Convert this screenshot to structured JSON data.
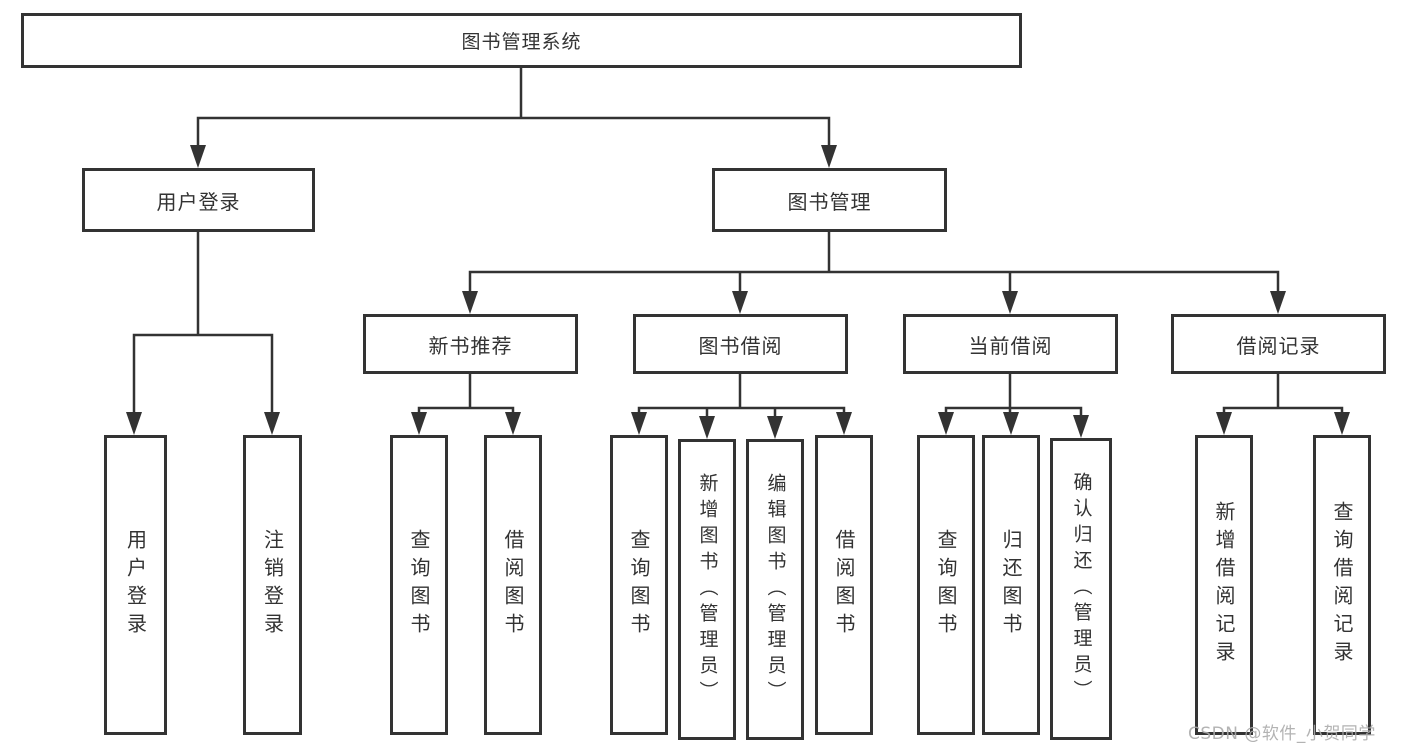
{
  "diagram": {
    "title": "图书管理系统",
    "type": "hierarchy-diagram",
    "nodes": {
      "root": {
        "label": "图书管理系统"
      },
      "user_login_branch": {
        "label": "用户登录"
      },
      "book_management": {
        "label": "图书管理"
      },
      "new_book_recommend": {
        "label": "新书推荐"
      },
      "book_borrowing": {
        "label": "图书借阅"
      },
      "current_borrowing": {
        "label": "当前借阅"
      },
      "borrowing_records": {
        "label": "借阅记录"
      },
      "user_login_leaf": {
        "label": "用户登录"
      },
      "logout_leaf": {
        "label": "注销登录"
      },
      "recommend_query_books": {
        "label": "查询图书"
      },
      "recommend_borrow_books": {
        "label": "借阅图书"
      },
      "borrowing_query_books": {
        "label": "查询图书"
      },
      "borrowing_add_books": {
        "label": "新增图书（管理员）"
      },
      "borrowing_edit_books": {
        "label": "编辑图书（管理员）"
      },
      "borrowing_borrow_books": {
        "label": "借阅图书"
      },
      "current_query_books": {
        "label": "查询图书"
      },
      "current_return_books": {
        "label": "归还图书"
      },
      "current_confirm_return": {
        "label": "确认归还（管理员）"
      },
      "records_add_record": {
        "label": "新增借阅记录"
      },
      "records_query_record": {
        "label": "查询借阅记录"
      }
    },
    "hierarchy": {
      "图书管理系统": {
        "用户登录": [
          "用户登录",
          "注销登录"
        ],
        "图书管理": {
          "新书推荐": [
            "查询图书",
            "借阅图书"
          ],
          "图书借阅": [
            "查询图书",
            "新增图书（管理员）",
            "编辑图书（管理员）",
            "借阅图书"
          ],
          "当前借阅": [
            "查询图书",
            "归还图书",
            "确认归还（管理员）"
          ],
          "借阅记录": [
            "新增借阅记录",
            "查询借阅记录"
          ]
        }
      }
    },
    "colors": {
      "line": "#333333",
      "border": "#333333",
      "text": "#333333",
      "watermark": "#ababab",
      "background": "#ffffff"
    },
    "watermark": "CSDN @软件_小贺同学"
  }
}
